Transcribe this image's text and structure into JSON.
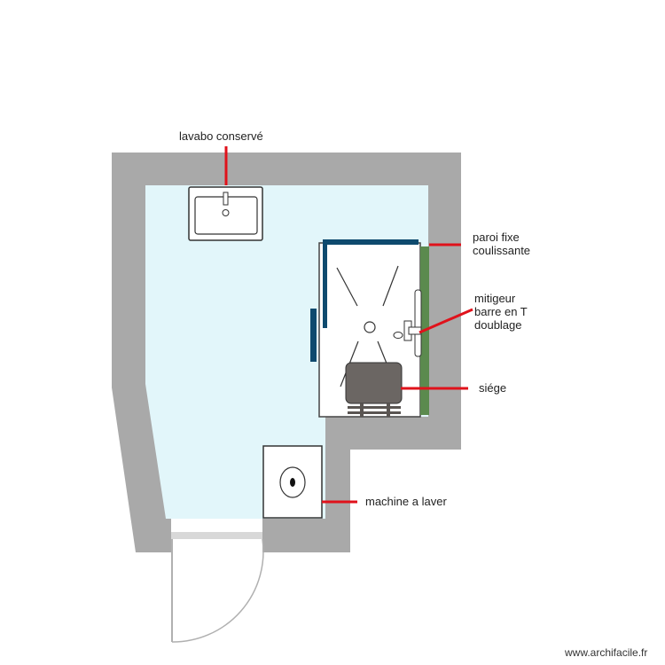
{
  "labels": {
    "lavabo": "lavabo conservé",
    "paroi_line1": "paroi fixe",
    "paroi_line2": "coulissante",
    "mitigeur_line1": "mitigeur",
    "mitigeur_line2": "barre en T",
    "mitigeur_line3": "doublage",
    "siege": "siége",
    "machine": "machine a laver"
  },
  "watermark": "www.archifacile.fr",
  "colors": {
    "wall": "#a9a9a9",
    "floor": "#e2f6fa",
    "leader": "#e0121b",
    "glass": "#0e4a6e",
    "doublage": "#5b8a4e",
    "seat": "#6b6663"
  }
}
